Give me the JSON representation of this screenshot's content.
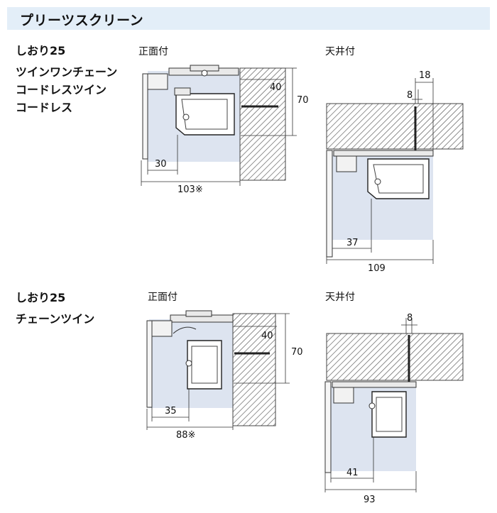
{
  "header": {
    "title": "プリーツスクリーン"
  },
  "sections": [
    {
      "model": "しおり25",
      "variants": [
        "ツインワンチェーン",
        "コードレスツイン",
        "コードレス"
      ],
      "front": {
        "label": "正面付",
        "dims": {
          "d40": "40",
          "d70": "70",
          "d30": "30",
          "d103": "103※"
        }
      },
      "ceiling": {
        "label": "天井付",
        "dims": {
          "d18": "18",
          "d8": "8",
          "d37": "37",
          "d109": "109"
        }
      }
    },
    {
      "model": "しおり25",
      "variants": [
        "チェーンツイン"
      ],
      "front": {
        "label": "正面付",
        "dims": {
          "d40": "40",
          "d70": "70",
          "d35": "35",
          "d88": "88※"
        }
      },
      "ceiling": {
        "label": "天井付",
        "dims": {
          "d8": "8",
          "d41": "41",
          "d93": "93"
        }
      }
    }
  ],
  "colors": {
    "header_bg": "#e3eef8",
    "shade": "#dde4f0",
    "hatch": "#555555"
  }
}
